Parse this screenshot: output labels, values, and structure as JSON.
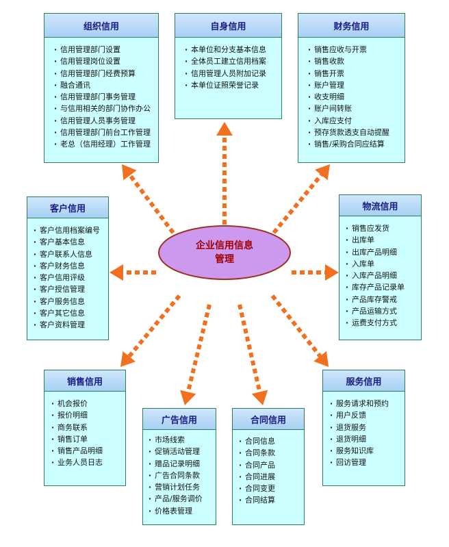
{
  "center": {
    "title": "企业信用信息\n管理"
  },
  "colors": {
    "arrow": "#f07020",
    "ellipse_fill": "#cc99ee",
    "ellipse_stroke": "#a03020",
    "box_fill": "#ccffff",
    "box_border": "#2e7d5b"
  },
  "boxes": {
    "org": {
      "title": "组织信用",
      "items": [
        "信用管理部门设置",
        "信用管理岗位设置",
        "信用管理部门经费预算",
        "融合通讯",
        "信用管理部门事务管理",
        "与信用相关的部门协作办公",
        "信用管理人员事务管理",
        "信用管理部门前台工作管理",
        "老总（信用经理）工作管理"
      ]
    },
    "self": {
      "title": "自身信用",
      "items": [
        "本单位和分支基本信息",
        "全体员工建立信用档案",
        "信用管理人员附加记录",
        "本单位证照荣誉记录"
      ]
    },
    "finance": {
      "title": "财务信用",
      "items": [
        "销售应收与开票",
        "销售收款",
        "销售开票",
        "账户管理",
        "收支明细",
        "账户间转账",
        "入库应支付",
        "预存货款透支自动提醒",
        "销售/采购合同应结算"
      ]
    },
    "customer": {
      "title": "客户信用",
      "items": [
        "客户信用档案编号",
        "客户基本信息",
        "客户联系人信息",
        "客户财务信息",
        "客户信用评级",
        "客户授信管理",
        "客户服务信息",
        "客户其它信息",
        "客户资料管理"
      ]
    },
    "logistics": {
      "title": "物流信用",
      "items": [
        "销售应发货",
        "出库单",
        "出库产品明细",
        "入库单",
        "入库产品明细",
        "库存产品记录单",
        "产品库存警戒",
        "产品运输方式",
        "运费支付方式"
      ]
    },
    "sales": {
      "title": "销售信用",
      "items": [
        "机会报价",
        "报价明细",
        "商务联系",
        "销售订单",
        "销售产品明细",
        "业务人员日志"
      ]
    },
    "ad": {
      "title": "广告信用",
      "items": [
        "市场线索",
        "促销活动管理",
        "赠品记录明细",
        "广告合同条款",
        "营销计划任务",
        "产品/服务调价",
        "价格表管理"
      ]
    },
    "contract": {
      "title": "合同信用",
      "items": [
        "合同信息",
        "合同条款",
        "合同产品",
        "合同进展",
        "合同变更",
        "合同结算"
      ]
    },
    "service": {
      "title": "服务信用",
      "items": [
        "服务请求和预约",
        "用户反馈",
        "退货服务",
        "退货明细",
        "服务知识库",
        "回访管理"
      ]
    }
  }
}
